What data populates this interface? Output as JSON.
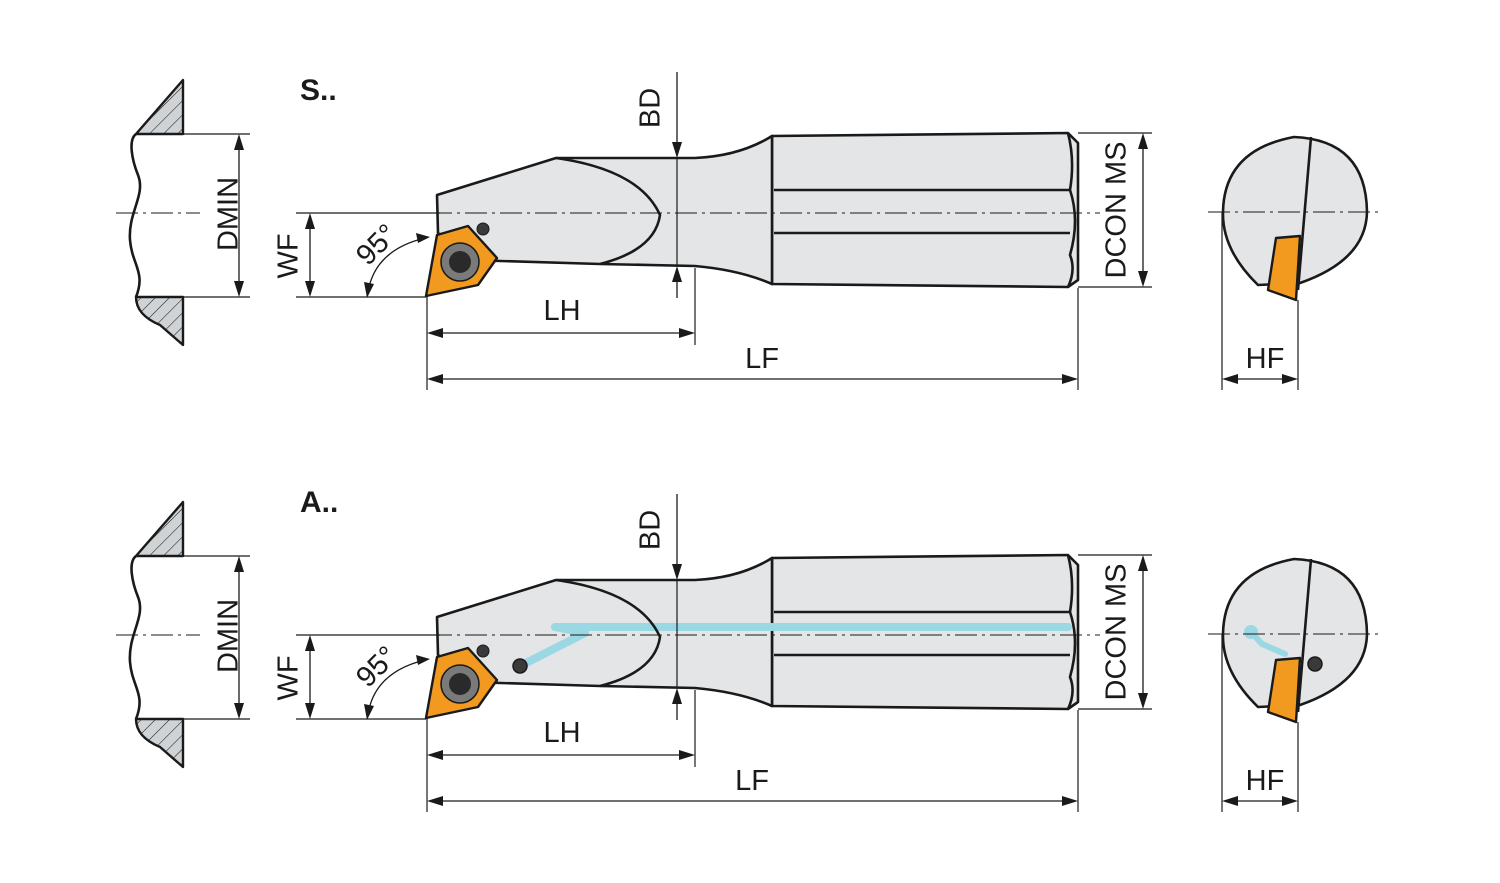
{
  "views": [
    {
      "title": "S..",
      "labels": {
        "dmin": "DMIN",
        "wf": "WF",
        "angle": "95°",
        "bd": "BD",
        "lh": "LH",
        "lf": "LF",
        "dcon": "DCON MS",
        "hf": "HF"
      },
      "coolant": false
    },
    {
      "title": "A..",
      "labels": {
        "dmin": "DMIN",
        "wf": "WF",
        "angle": "95°",
        "bd": "BD",
        "lh": "LH",
        "lf": "LF",
        "dcon": "DCON MS",
        "hf": "HF"
      },
      "coolant": true
    }
  ],
  "colors": {
    "insert": "#f29a1f",
    "body": "#e3e5e7",
    "coolant": "#9ad8e3",
    "line": "#1a1a1a"
  }
}
